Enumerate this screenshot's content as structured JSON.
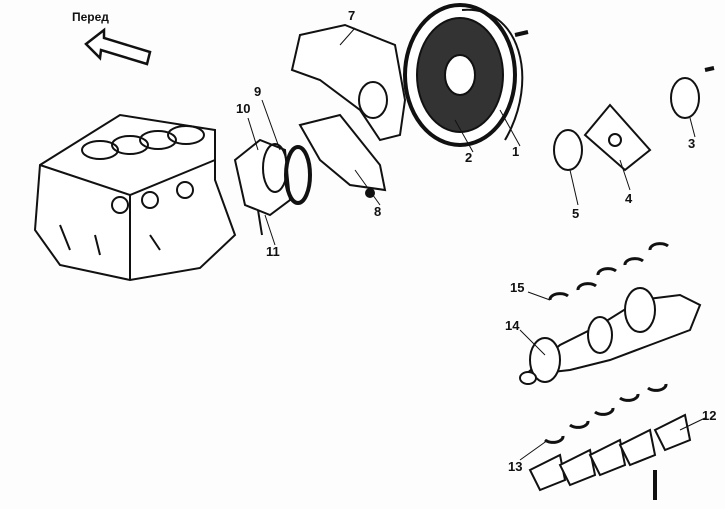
{
  "front_label": "Перед",
  "parts": {
    "p1": "1",
    "p2": "2",
    "p3": "3",
    "p4": "4",
    "p5": "5",
    "p7": "7",
    "p8": "8",
    "p9": "9",
    "p10": "10",
    "p11": "11",
    "p12": "12",
    "p13": "13",
    "p14": "14",
    "p15": "15"
  },
  "colors": {
    "line": "#111111",
    "background": "#fdfdfd"
  }
}
